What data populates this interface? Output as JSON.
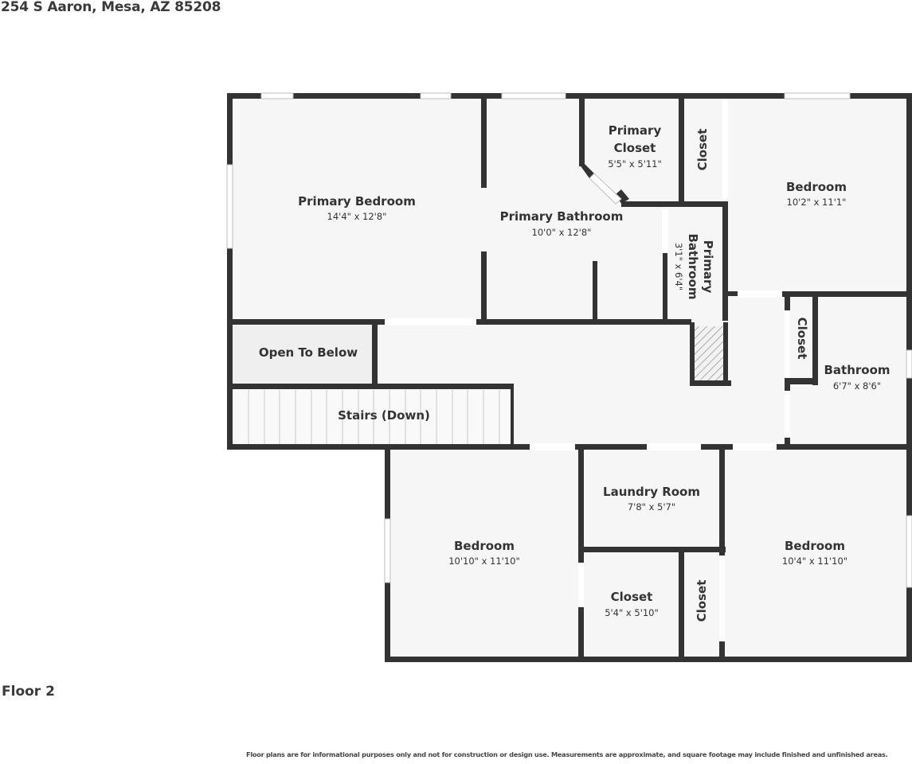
{
  "header": {
    "address": "254 S Aaron, Mesa, AZ 85208"
  },
  "floor": {
    "label": "Floor 2"
  },
  "footer": {
    "disclaimer": "Floor plans are for informational purposes only and not for construction or design use. Measurements are approximate, and square footage may include finished and unfinished areas."
  },
  "colors": {
    "wall": "#333333",
    "floor": "#f6f6f6",
    "window": "#ffffff",
    "text": "#333333"
  },
  "rooms": {
    "primary_bedroom": {
      "name": "Primary Bedroom",
      "dims": "14'4\" x 12'8\""
    },
    "primary_bathroom": {
      "name": "Primary Bathroom",
      "dims": "10'0\" x 12'8\""
    },
    "primary_closet": {
      "name_line1": "Primary",
      "name_line2": "Closet",
      "dims": "5'5\" x 5'11\""
    },
    "closet_top": {
      "name": "Closet"
    },
    "primary_bathroom_small": {
      "name_line1": "Primary",
      "name_line2": "Bathroom",
      "dims": "3'1\" x 6'4\""
    },
    "bedroom_ne": {
      "name": "Bedroom",
      "dims": "10'2\" x 11'1\""
    },
    "open_to_below": {
      "name": "Open To Below"
    },
    "stairs": {
      "name": "Stairs (Down)"
    },
    "closet_hall": {
      "name": "Closet"
    },
    "bathroom": {
      "name": "Bathroom",
      "dims": "6'7\" x 8'6\""
    },
    "bedroom_sw": {
      "name": "Bedroom",
      "dims": "10'10\" x 11'10\""
    },
    "laundry": {
      "name": "Laundry Room",
      "dims": "7'8\" x 5'7\""
    },
    "closet_s": {
      "name": "Closet",
      "dims": "5'4\" x 5'10\""
    },
    "closet_s_narrow": {
      "name": "Closet"
    },
    "bedroom_se": {
      "name": "Bedroom",
      "dims": "10'4\" x 11'10\""
    }
  }
}
